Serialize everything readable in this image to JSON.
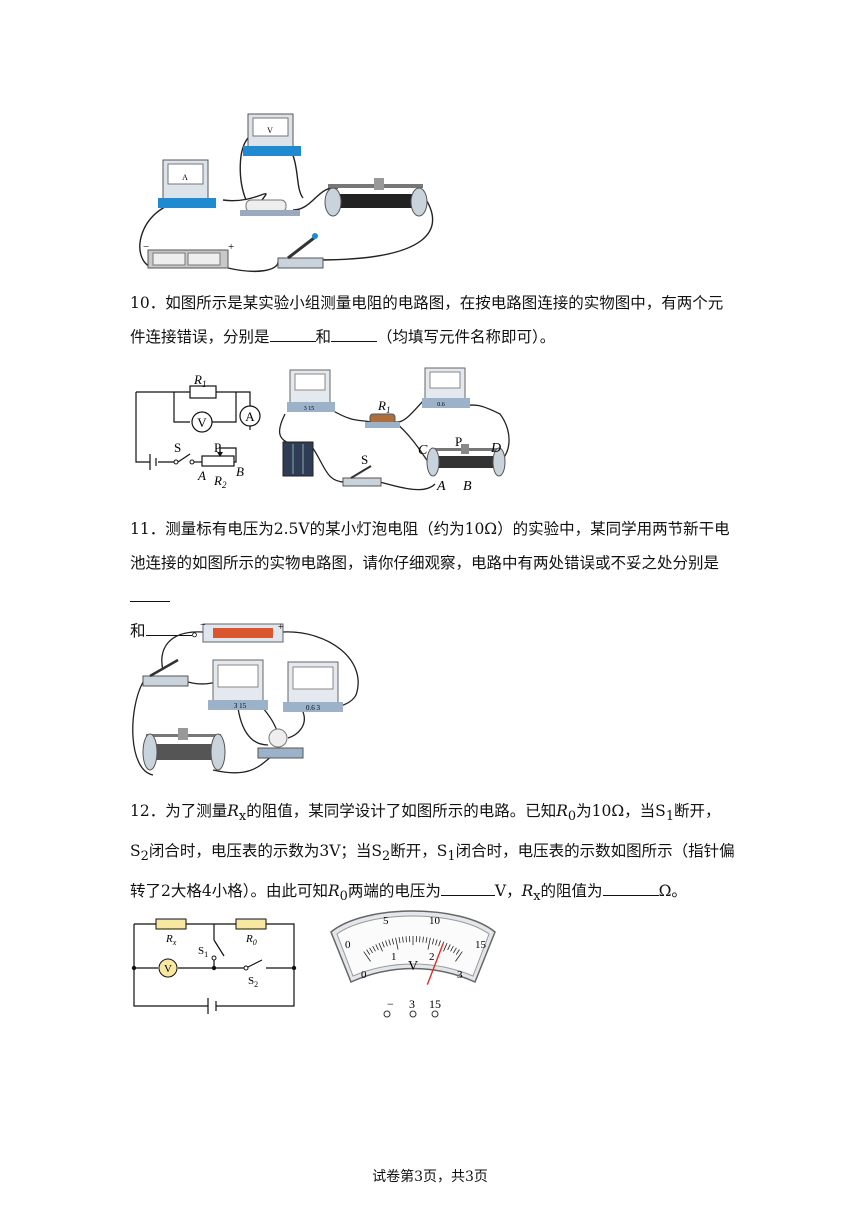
{
  "q10": {
    "number": "10．",
    "text_before": "如图所示是某实验小组测量电阻的电路图，在按电路图连接的实物图中，有两个元件连接错误，分别是",
    "text_mid": "和",
    "text_after": "（均填写元件名称即可）。",
    "schematic_labels": {
      "r1": "R",
      "r1_sub": "1",
      "v": "V",
      "a": "A",
      "s": "S",
      "p": "P",
      "a_end": "A",
      "b_end": "B",
      "r2": "R",
      "r2_sub": "2"
    },
    "photo_labels": {
      "r1": "R",
      "r1_sub": "1",
      "s": "S",
      "c": "C",
      "p": "P",
      "d": "D",
      "a": "A",
      "b": "B",
      "scale_a": "0.6",
      "scale_v": "3 15"
    }
  },
  "q11": {
    "number": "11．",
    "text_before": "测量标有电压为2.5V的某小灯泡电阻（约为10Ω）的实验中，某同学用两节新干电池连接的如图所示的实物电路图，请你仔细观察，电路中有两处错误或不妥之处分别是",
    "text_mid": "和",
    "text_after": "。",
    "photo_labels": {
      "minus": "−",
      "plus": "+",
      "v_scale": "3 15",
      "a_scale": "0.6  3"
    }
  },
  "q12": {
    "number": "12．",
    "t1": "为了测量",
    "rx": "R",
    "rx_sub": "x",
    "t2": "的阻值，某同学设计了如图所示的电路。已知",
    "r0": "R",
    "r0_sub": "0",
    "t3": "为10Ω，当S",
    "s1_sub": "1",
    "t4": "断开，S",
    "s2_sub": "2",
    "t5": "闭合时，电压表的示数为3V；当S",
    "t6": "断开，S",
    "t7": "闭合时，电压表的示数如图所示（指针偏转了2大格4小格）。由此可知",
    "t8": "两端的电压为",
    "t9": "V，",
    "t10": "的阻值为",
    "t11": "Ω。",
    "circuit_labels": {
      "rx": "R",
      "rx_sub": "x",
      "r0": "R",
      "r0_sub": "0",
      "s1": "S",
      "s1_sub": "1",
      "s2": "S",
      "s2_sub": "2",
      "v": "V"
    },
    "meter": {
      "top_scale": [
        "0",
        "5",
        "10",
        "15"
      ],
      "bottom_scale": [
        "0",
        "1",
        "2",
        "3"
      ],
      "unit": "V",
      "terminals": [
        "−",
        "3",
        "15"
      ],
      "reading_fraction": 0.8
    }
  },
  "footer": "试卷第3页，共3页"
}
